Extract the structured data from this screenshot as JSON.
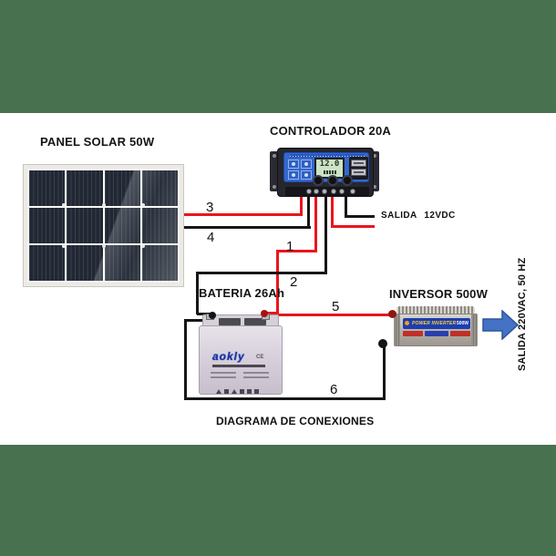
{
  "colors": {
    "band_green": "#48714F",
    "wire_red": "#E8161D",
    "wire_black": "#161616",
    "arrow_blue": "#4472C4"
  },
  "panel": {
    "label": "PANEL SOLAR 50W"
  },
  "controller": {
    "label": "CONTROLADOR 20A",
    "lcd_value": "12.0"
  },
  "battery": {
    "label": "BATERIA 26Ah",
    "brand": "aokly",
    "ce": "CE"
  },
  "inverter": {
    "label": "INVERSOR 500W",
    "band_title": "POWER INVERTER",
    "power": "500W"
  },
  "outputs": {
    "dc": "SALIDA 12VDC",
    "ac": "SALIDA 220VAC, 50 HZ"
  },
  "wire_labels": {
    "w1": "1",
    "w2": "2",
    "w3": "3",
    "w4": "4",
    "w5": "5",
    "w6": "6"
  },
  "caption": "DIAGRAMA DE CONEXIONES"
}
